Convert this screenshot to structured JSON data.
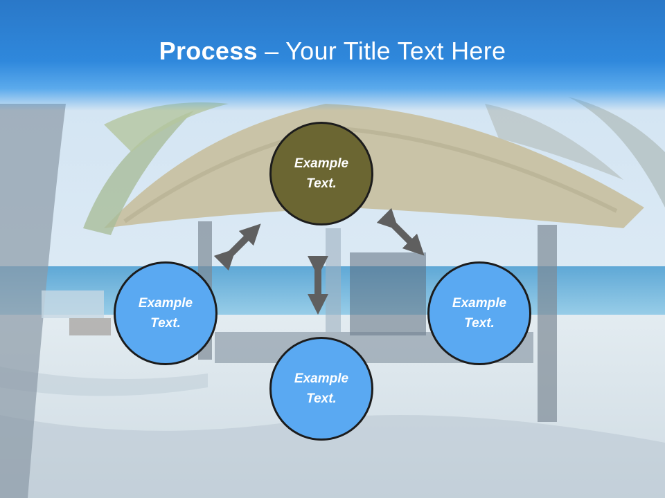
{
  "title": {
    "bold": "Process",
    "rest": " – Your Title Text Here"
  },
  "nodes": {
    "top": "Example\nText.",
    "left": "Example\nText.",
    "right": "Example\nText.",
    "bottom": "Example\nText."
  },
  "colors": {
    "title_bar": "#2f88dc",
    "node_blue": "#5aa9f2",
    "node_olive": "#6b6632",
    "node_border": "#1c1c1c",
    "arrow": "#5f5f5f"
  }
}
